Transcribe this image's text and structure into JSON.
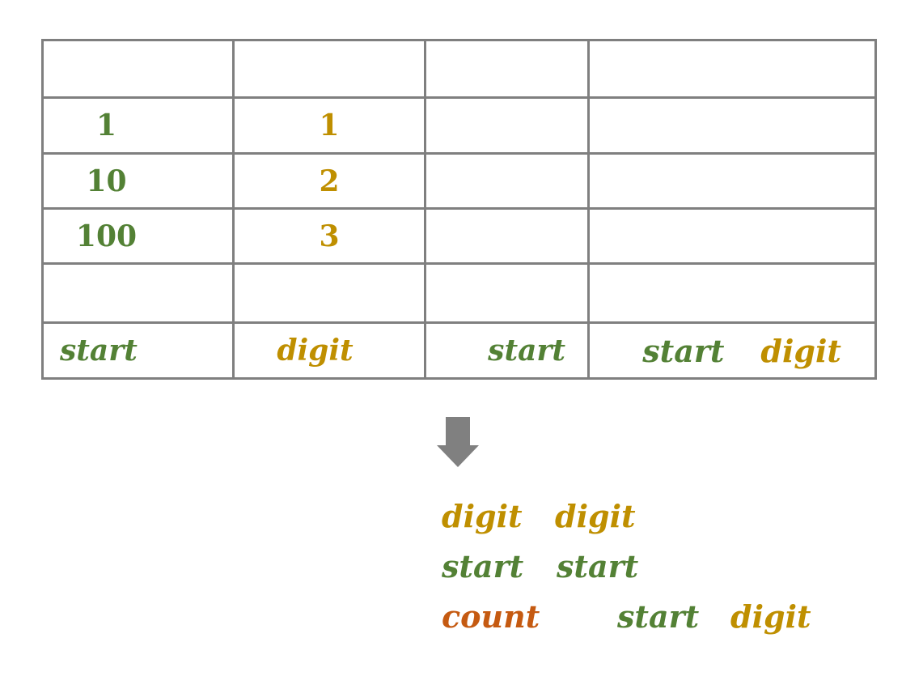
{
  "background": "#ffffff",
  "colors": {
    "green": "#538135",
    "gold": "#bf8f00",
    "orange": "#c55a11",
    "gray": "#808080",
    "border": "#7f7f7f",
    "background": "#ffffff"
  },
  "table": {
    "body_rows": [
      {
        "start": "1",
        "digit": "1"
      },
      {
        "start": "10",
        "digit": "2"
      },
      {
        "start": "100",
        "digit": "3"
      }
    ],
    "label_row": {
      "start1": "start",
      "digit1": "digit",
      "start2": "start",
      "start3": "start",
      "digit2": "digit"
    }
  },
  "equations": [
    {
      "words": [
        {
          "text": "digit",
          "color": "gold"
        },
        {
          "text": "digit",
          "color": "gold"
        }
      ]
    },
    {
      "words": [
        {
          "text": "start",
          "color": "green"
        },
        {
          "text": "start",
          "color": "green"
        }
      ]
    },
    {
      "words": [
        {
          "text": "count",
          "color": "orange"
        },
        {
          "text": "start",
          "color": "green"
        },
        {
          "text": "digit",
          "color": "gold"
        }
      ]
    }
  ]
}
